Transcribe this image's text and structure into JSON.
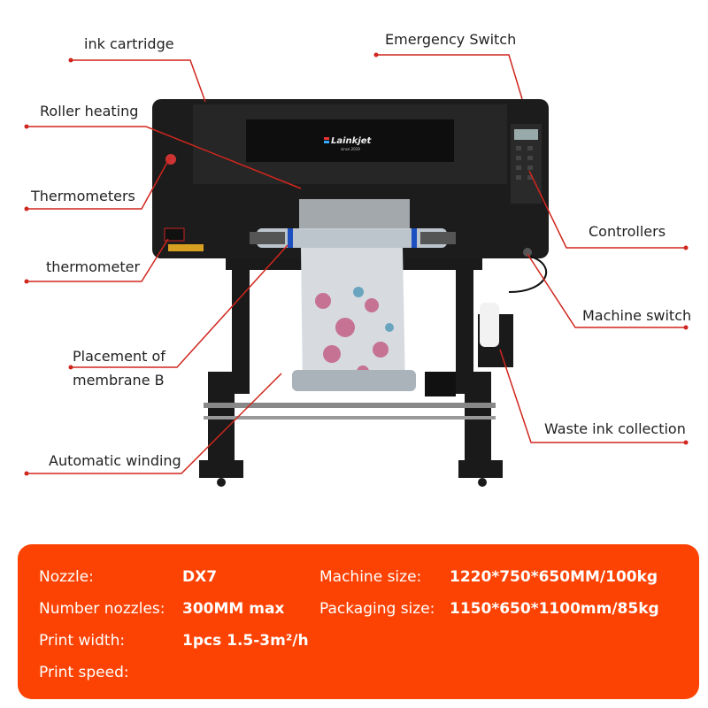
{
  "callouts": {
    "ink_cartridge": "ink cartridge",
    "emergency_switch": "Emergency Switch",
    "roller_heating": "Roller heating",
    "thermometers": "Thermometers",
    "thermometer": "thermometer",
    "controllers": "Controllers",
    "machine_switch": "Machine switch",
    "placement_line1": "Placement of",
    "placement_line2": "membrane B",
    "automatic_winding": "Automatic winding",
    "waste_ink": "Waste ink collection"
  },
  "logo": {
    "brand": "Lainkjet",
    "tagline": "since 2019"
  },
  "colors": {
    "accent": "#fc4303",
    "leader": "#d0261d",
    "machine": "#1c1c1c"
  },
  "specs": {
    "nozzle_label": "Nozzle:",
    "nozzle_value": "DX7",
    "number_nozzles_label": "Number nozzles:",
    "number_nozzles_value": "300MM max",
    "print_width_label": "Print width:",
    "print_width_value": "1pcs  1.5-3m²/h",
    "print_speed_label": "Print speed:",
    "machine_size_label": "Machine size:",
    "machine_size_value": "1220*750*650MM/100kg",
    "packaging_size_label": "Packaging size:",
    "packaging_size_value": "1150*650*1100mm/85kg"
  }
}
